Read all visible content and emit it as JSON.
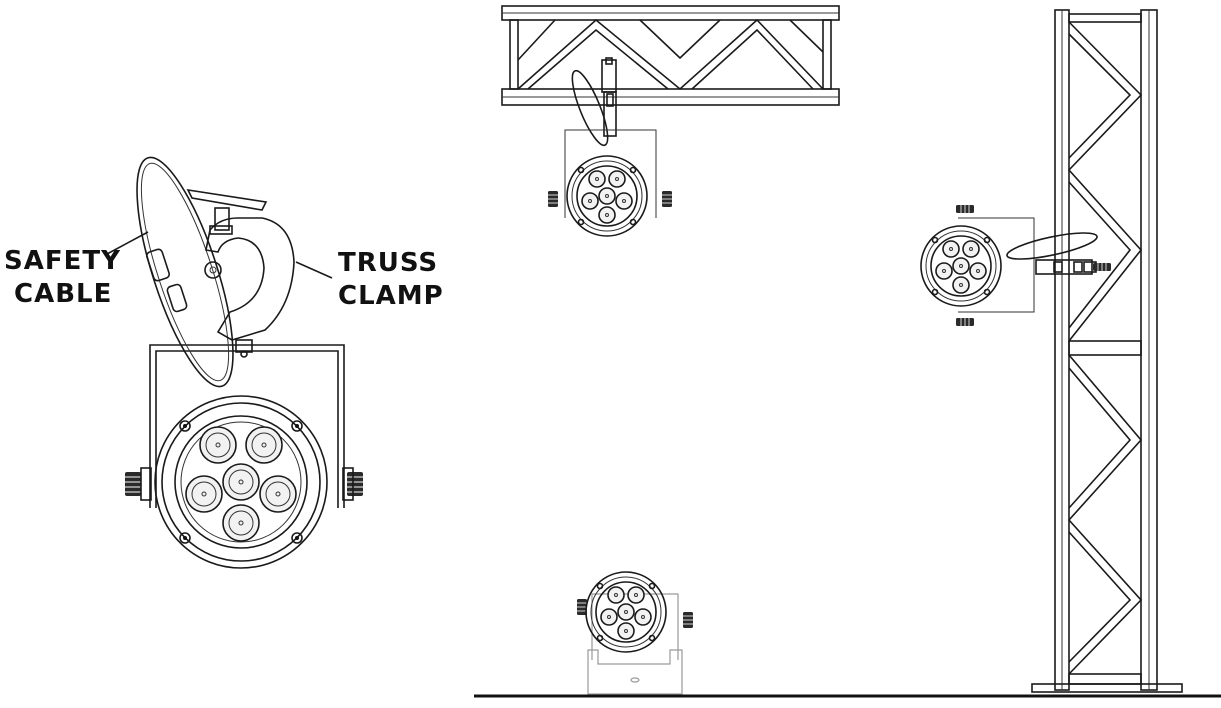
{
  "labels": {
    "safety_cable_line1": "SAFETY",
    "safety_cable_line2": "CABLE",
    "truss_clamp_line1": "TRUSS",
    "truss_clamp_line2": "CLAMP"
  },
  "colors": {
    "ink": "#1a1a1a",
    "background": "#ffffff",
    "faded_ink": "#9a9a9a"
  },
  "mounting_positions": [
    "detail",
    "hanging-from-truss",
    "side-mounted-on-vertical-truss",
    "floor-standing"
  ]
}
